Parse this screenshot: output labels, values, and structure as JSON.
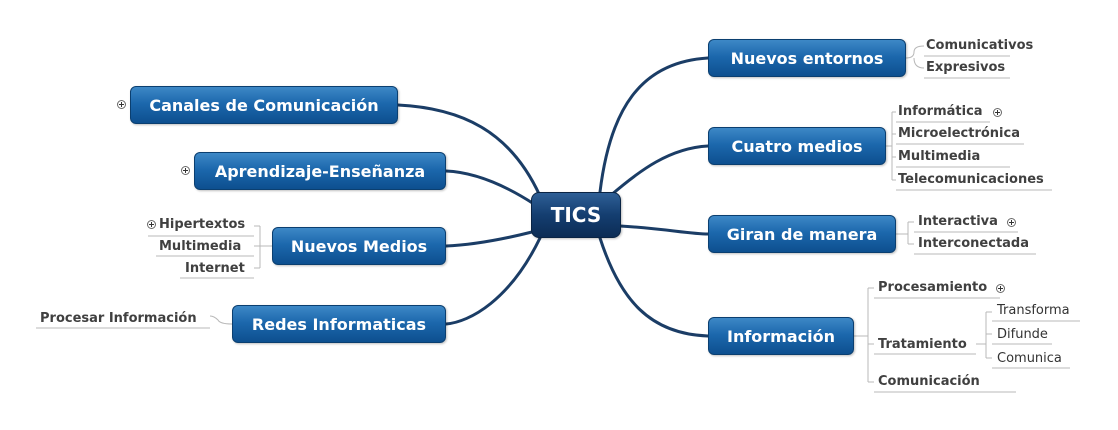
{
  "central": {
    "label": "TICS"
  },
  "right": [
    {
      "label": "Nuevos entornos",
      "children": [
        "Comunicativos",
        "Expresivos"
      ]
    },
    {
      "label": "Cuatro medios",
      "children": [
        "Informática",
        "Microelectrónica",
        "Multimedia",
        "Telecomunicaciones"
      ]
    },
    {
      "label": "Giran de manera",
      "children": [
        "Interactiva",
        "Interconectada"
      ]
    },
    {
      "label": "Información",
      "children": [
        "Procesamiento",
        "Tratamiento",
        "Comunicación"
      ],
      "sub": [
        "Transforma",
        "Difunde",
        "Comunica"
      ]
    }
  ],
  "left": [
    {
      "label": "Canales de Comunicación"
    },
    {
      "label": "Aprendizaje-Enseñanza"
    },
    {
      "label": "Nuevos Medios",
      "children": [
        "Hipertextos",
        "Multimedia",
        "Internet"
      ]
    },
    {
      "label": "Redes Informaticas",
      "children": [
        "Procesar Información"
      ]
    }
  ],
  "colors": {
    "link": "#1b3d66",
    "node": "#1c68ad",
    "central": "#143e70",
    "leaf_line": "#b8b8b8"
  }
}
